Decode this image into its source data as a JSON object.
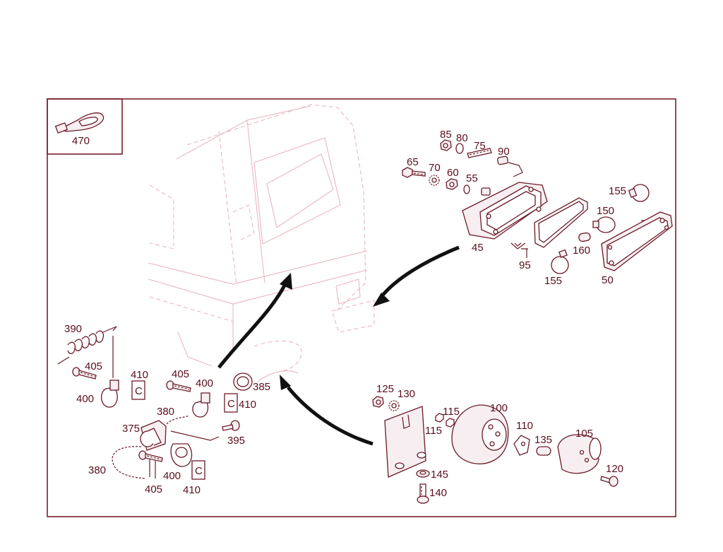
{
  "diagram": {
    "inset_label": "470",
    "labels": {
      "l85": "85",
      "l80": "80",
      "l75": "75",
      "l90": "90",
      "l65": "65",
      "l70": "70",
      "l60": "60",
      "l55": "55",
      "l155a": "155",
      "l150": "150",
      "l45": "45",
      "l95": "95",
      "l160": "160",
      "l155b": "155",
      "l50": "50",
      "l390": "390",
      "l405a": "405",
      "l410a": "410",
      "l400a": "400",
      "l405b": "405",
      "l400b": "400",
      "l385": "385",
      "l410b": "410",
      "l380a": "380",
      "l375": "375",
      "l395": "395",
      "l380b": "380",
      "l400c": "400",
      "l405c": "405",
      "l410c": "410",
      "l125": "125",
      "l130": "130",
      "l115a": "115",
      "l100": "100",
      "l115b": "115",
      "l110": "110",
      "l135": "135",
      "l105": "105",
      "l145": "145",
      "l120": "120",
      "l140": "140"
    },
    "colors": {
      "frame": "#7a1f2b",
      "part_line": "#6b1a26",
      "ghost_vehicle": "#e7b7c0",
      "arrow": "#111111",
      "label_text": "#5a0f1c"
    }
  }
}
